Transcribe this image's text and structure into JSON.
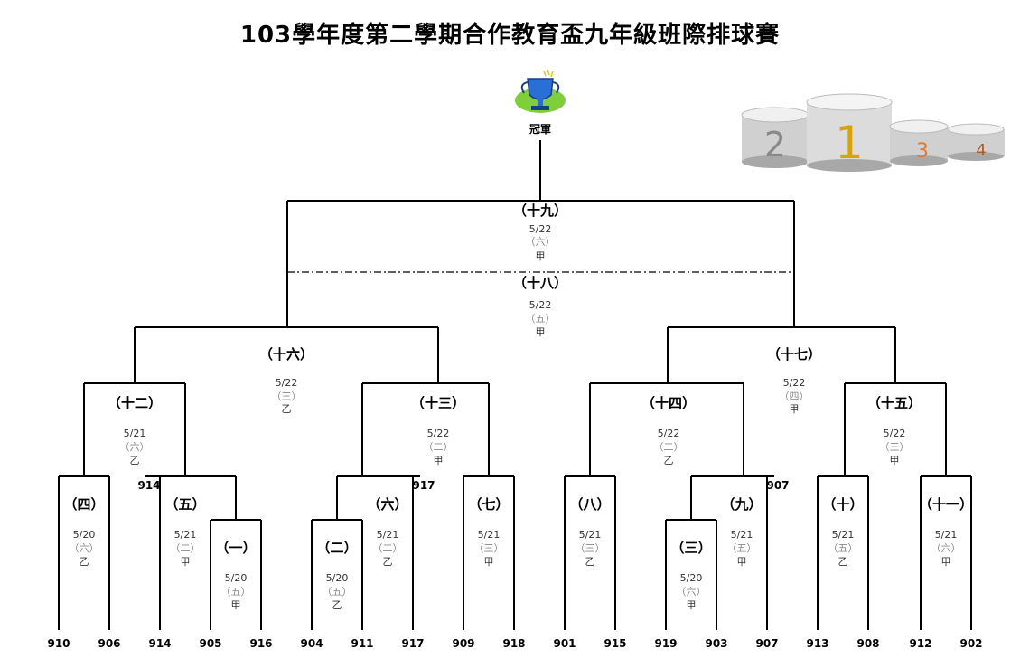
{
  "title": "103學年度第二學期合作教育盃九年級班際排球賽",
  "champion_label": "冠軍",
  "podium_numbers": [
    "2",
    "1",
    "3",
    "4"
  ],
  "colors": {
    "line": "#000000",
    "gold": "#d9a400",
    "silver": "#8a8a8a",
    "bronze": "#e07a2e",
    "fourth": "#b45a1e"
  },
  "icons": [
    "trophy-icon",
    "podium-icon"
  ],
  "teams": [
    "910",
    "906",
    "914",
    "905",
    "916",
    "904",
    "911",
    "917",
    "909",
    "918",
    "901",
    "915",
    "919",
    "903",
    "907",
    "913",
    "908",
    "912",
    "902"
  ],
  "side_labels": [
    "914",
    "917",
    "907"
  ],
  "matches": [
    {
      "num": "（四）",
      "date": "5/20",
      "day": "（六）",
      "court": "乙"
    },
    {
      "num": "（五）",
      "date": "5/21",
      "day": "（二）",
      "court": "甲"
    },
    {
      "num": "（一）",
      "date": "5/20",
      "day": "（五）",
      "court": "甲"
    },
    {
      "num": "（二）",
      "date": "5/20",
      "day": "（五）",
      "court": "乙"
    },
    {
      "num": "（六）",
      "date": "5/21",
      "day": "（二）",
      "court": "乙"
    },
    {
      "num": "（七）",
      "date": "5/21",
      "day": "（三）",
      "court": "甲"
    },
    {
      "num": "（八）",
      "date": "5/21",
      "day": "（三）",
      "court": "乙"
    },
    {
      "num": "（三）",
      "date": "5/20",
      "day": "（六）",
      "court": "甲"
    },
    {
      "num": "（九）",
      "date": "5/21",
      "day": "（五）",
      "court": "甲"
    },
    {
      "num": "（十）",
      "date": "5/21",
      "day": "（五）",
      "court": "乙"
    },
    {
      "num": "（十一）",
      "date": "5/21",
      "day": "（六）",
      "court": "甲"
    },
    {
      "num": "（十二）",
      "date": "5/21",
      "day": "（六）",
      "court": "乙"
    },
    {
      "num": "（十三）",
      "date": "5/22",
      "day": "（二）",
      "court": "甲"
    },
    {
      "num": "（十四）",
      "date": "5/22",
      "day": "（二）",
      "court": "乙"
    },
    {
      "num": "（十五）",
      "date": "5/22",
      "day": "（三）",
      "court": "甲"
    },
    {
      "num": "（十六）",
      "date": "5/22",
      "day": "（三）",
      "court": "乙"
    },
    {
      "num": "（十七）",
      "date": "5/22",
      "day": "（四）",
      "court": "甲"
    },
    {
      "num": "（十八）",
      "date": "5/22",
      "day": "（五）",
      "court": "甲"
    },
    {
      "num": "（十九）",
      "date": "5/22",
      "day": "（六）",
      "court": "甲"
    }
  ]
}
